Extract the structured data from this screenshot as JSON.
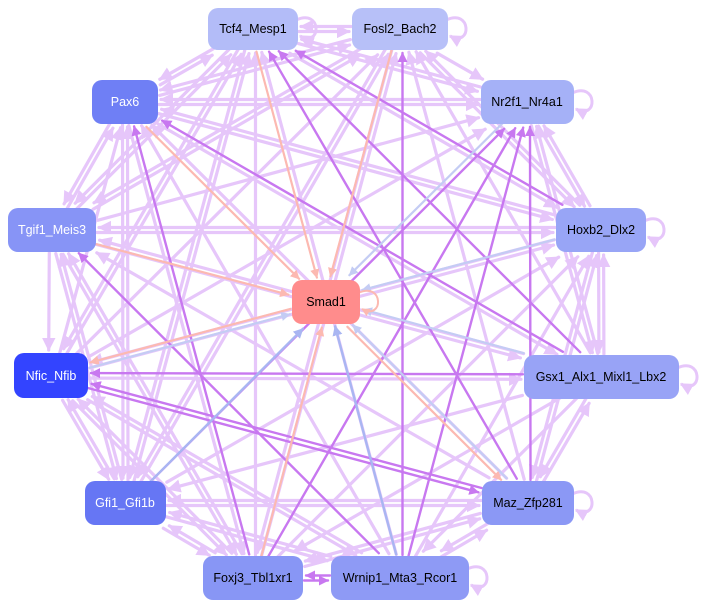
{
  "colors": {
    "edge_purple": "#c878f0",
    "edge_light": "#e6c6fa",
    "edge_salmon": "#fcb9b1",
    "edge_blue": "#a9b6f2",
    "edge_lightblue": "#c4ccf4"
  },
  "nodes": [
    {
      "id": "tcf4",
      "label": "Tcf4_Mesp1",
      "fill": "#b3bcf8",
      "text_color": "#000000"
    },
    {
      "id": "fosl2",
      "label": "Fosl2_Bach2",
      "fill": "#b7c0f8",
      "text_color": "#000000"
    },
    {
      "id": "pax6",
      "label": "Pax6",
      "fill": "#6f7ff5",
      "text_color": "#ffffff"
    },
    {
      "id": "nr2f1",
      "label": "Nr2f1_Nr4a1",
      "fill": "#a5b1f7",
      "text_color": "#000000"
    },
    {
      "id": "tgif1",
      "label": "Tgif1_Meis3",
      "fill": "#8794f6",
      "text_color": "#ffffff"
    },
    {
      "id": "hoxb2",
      "label": "Hoxb2_Dlx2",
      "fill": "#98a5f6",
      "text_color": "#000000"
    },
    {
      "id": "smad1",
      "label": "Smad1",
      "fill": "#ff8c8c",
      "text_color": "#000000"
    },
    {
      "id": "nfic",
      "label": "Nfic_Nfib",
      "fill": "#3344ff",
      "text_color": "#ffffff"
    },
    {
      "id": "gsx1",
      "label": "Gsx1_Alx1_Mixl1_Lbx2",
      "fill": "#98a3f6",
      "text_color": "#000000"
    },
    {
      "id": "maz",
      "label": "Maz_Zfp281",
      "fill": "#8b98f5",
      "text_color": "#000000"
    },
    {
      "id": "gfi1",
      "label": "Gfi1_Gfi1b",
      "fill": "#6676f4",
      "text_color": "#ffffff"
    },
    {
      "id": "foxj3",
      "label": "Foxj3_Tbl1xr1",
      "fill": "#8896f5",
      "text_color": "#000000"
    },
    {
      "id": "wrnip1",
      "label": "Wrnip1_Mta3_Rcor1",
      "fill": "#8e9af5",
      "text_color": "#000000"
    }
  ],
  "self_loops": [
    "tcf4",
    "fosl2",
    "nr2f1",
    "hoxb2",
    "smad1",
    "gsx1",
    "maz",
    "wrnip1"
  ],
  "edges": [
    {
      "from": "tgif1",
      "to": "smad1",
      "color": "salmon"
    },
    {
      "from": "pax6",
      "to": "smad1",
      "color": "salmon"
    },
    {
      "from": "tcf4",
      "to": "smad1",
      "color": "salmon"
    },
    {
      "from": "fosl2",
      "to": "smad1",
      "color": "salmon"
    },
    {
      "from": "smad1",
      "to": "nfic",
      "color": "salmon"
    },
    {
      "from": "smad1",
      "to": "maz",
      "color": "salmon"
    },
    {
      "from": "foxj3",
      "to": "smad1",
      "color": "salmon"
    },
    {
      "from": "nr2f1",
      "to": "smad1",
      "color": "lightblue"
    },
    {
      "from": "hoxb2",
      "to": "smad1",
      "color": "lightblue"
    },
    {
      "from": "gsx1",
      "to": "smad1",
      "color": "lightblue"
    },
    {
      "from": "nfic",
      "to": "smad1",
      "color": "lightblue"
    },
    {
      "from": "gfi1",
      "to": "smad1",
      "color": "blue"
    },
    {
      "from": "wrnip1",
      "to": "smad1",
      "color": "blue"
    },
    {
      "from": "maz",
      "to": "smad1",
      "color": "lightblue"
    },
    {
      "from": "foxj3",
      "to": "pax6",
      "color": "purple"
    },
    {
      "from": "maz",
      "to": "nfic",
      "color": "purple"
    },
    {
      "from": "gsx1",
      "to": "nfic",
      "color": "purple"
    },
    {
      "from": "wrnip1",
      "to": "tgif1",
      "color": "purple"
    },
    {
      "from": "wrnip1",
      "to": "nr2f1",
      "color": "purple"
    },
    {
      "from": "foxj3",
      "to": "nr2f1",
      "color": "purple"
    },
    {
      "from": "maz",
      "to": "tcf4",
      "color": "purple"
    },
    {
      "from": "gsx1",
      "to": "tcf4",
      "color": "purple"
    },
    {
      "from": "gfi1",
      "to": "nr2f1",
      "color": "purple"
    },
    {
      "from": "maz",
      "to": "nr2f1",
      "color": "purple"
    },
    {
      "from": "wrnip1",
      "to": "fosl2",
      "color": "purple"
    },
    {
      "from": "nfic",
      "to": "maz",
      "color": "purple"
    },
    {
      "from": "foxj3",
      "to": "wrnip1",
      "color": "purple"
    },
    {
      "from": "wrnip1",
      "to": "foxj3",
      "color": "purple"
    },
    {
      "from": "hoxb2",
      "to": "tcf4",
      "color": "purple"
    },
    {
      "from": "gsx1",
      "to": "pax6",
      "color": "purple"
    },
    {
      "from": "tcf4",
      "to": "fosl2",
      "color": "light"
    },
    {
      "from": "fosl2",
      "to": "tcf4",
      "color": "light"
    },
    {
      "from": "tcf4",
      "to": "pax6",
      "color": "light"
    },
    {
      "from": "pax6",
      "to": "tcf4",
      "color": "light"
    },
    {
      "from": "tcf4",
      "to": "nr2f1",
      "color": "light"
    },
    {
      "from": "fosl2",
      "to": "nr2f1",
      "color": "light"
    },
    {
      "from": "pax6",
      "to": "nr2f1",
      "color": "light"
    },
    {
      "from": "nr2f1",
      "to": "pax6",
      "color": "light"
    },
    {
      "from": "pax6",
      "to": "fosl2",
      "color": "light"
    },
    {
      "from": "tgif1",
      "to": "hoxb2",
      "color": "light"
    },
    {
      "from": "hoxb2",
      "to": "tgif1",
      "color": "light"
    },
    {
      "from": "tgif1",
      "to": "tcf4",
      "color": "light"
    },
    {
      "from": "tgif1",
      "to": "fosl2",
      "color": "light"
    },
    {
      "from": "tgif1",
      "to": "nfic",
      "color": "light"
    },
    {
      "from": "tgif1",
      "to": "pax6",
      "color": "light"
    },
    {
      "from": "pax6",
      "to": "tgif1",
      "color": "light"
    },
    {
      "from": "tgif1",
      "to": "nr2f1",
      "color": "light"
    },
    {
      "from": "tgif1",
      "to": "gfi1",
      "color": "light"
    },
    {
      "from": "gfi1",
      "to": "tgif1",
      "color": "light"
    },
    {
      "from": "tgif1",
      "to": "foxj3",
      "color": "light"
    },
    {
      "from": "tgif1",
      "to": "gsx1",
      "color": "light"
    },
    {
      "from": "gsx1",
      "to": "tgif1",
      "color": "light"
    },
    {
      "from": "nfic",
      "to": "gsx1",
      "color": "light"
    },
    {
      "from": "gsx1",
      "to": "hoxb2",
      "color": "light"
    },
    {
      "from": "hoxb2",
      "to": "gsx1",
      "color": "light"
    },
    {
      "from": "hoxb2",
      "to": "nr2f1",
      "color": "light"
    },
    {
      "from": "nr2f1",
      "to": "hoxb2",
      "color": "light"
    },
    {
      "from": "hoxb2",
      "to": "fosl2",
      "color": "light"
    },
    {
      "from": "hoxb2",
      "to": "pax6",
      "color": "light"
    },
    {
      "from": "pax6",
      "to": "hoxb2",
      "color": "light"
    },
    {
      "from": "hoxb2",
      "to": "maz",
      "color": "light"
    },
    {
      "from": "hoxb2",
      "to": "nfic",
      "color": "light"
    },
    {
      "from": "gsx1",
      "to": "nr2f1",
      "color": "light"
    },
    {
      "from": "gsx1",
      "to": "fosl2",
      "color": "light"
    },
    {
      "from": "gsx1",
      "to": "maz",
      "color": "light"
    },
    {
      "from": "gsx1",
      "to": "wrnip1",
      "color": "light"
    },
    {
      "from": "gsx1",
      "to": "foxj3",
      "color": "light"
    },
    {
      "from": "gsx1",
      "to": "gfi1",
      "color": "light"
    },
    {
      "from": "nfic",
      "to": "tcf4",
      "color": "light"
    },
    {
      "from": "nfic",
      "to": "fosl2",
      "color": "light"
    },
    {
      "from": "nfic",
      "to": "pax6",
      "color": "light"
    },
    {
      "from": "nfic",
      "to": "nr2f1",
      "color": "light"
    },
    {
      "from": "nfic",
      "to": "hoxb2",
      "color": "light"
    },
    {
      "from": "nfic",
      "to": "gfi1",
      "color": "light"
    },
    {
      "from": "gfi1",
      "to": "nfic",
      "color": "light"
    },
    {
      "from": "nfic",
      "to": "foxj3",
      "color": "light"
    },
    {
      "from": "nfic",
      "to": "wrnip1",
      "color": "light"
    },
    {
      "from": "gfi1",
      "to": "pax6",
      "color": "light"
    },
    {
      "from": "gfi1",
      "to": "tcf4",
      "color": "light"
    },
    {
      "from": "gfi1",
      "to": "fosl2",
      "color": "light"
    },
    {
      "from": "gfi1",
      "to": "hoxb2",
      "color": "light"
    },
    {
      "from": "gfi1",
      "to": "foxj3",
      "color": "light"
    },
    {
      "from": "gfi1",
      "to": "wrnip1",
      "color": "light"
    },
    {
      "from": "gfi1",
      "to": "maz",
      "color": "light"
    },
    {
      "from": "maz",
      "to": "gfi1",
      "color": "light"
    },
    {
      "from": "foxj3",
      "to": "tgif1",
      "color": "light"
    },
    {
      "from": "foxj3",
      "to": "tcf4",
      "color": "light"
    },
    {
      "from": "foxj3",
      "to": "fosl2",
      "color": "light"
    },
    {
      "from": "foxj3",
      "to": "hoxb2",
      "color": "light"
    },
    {
      "from": "foxj3",
      "to": "gfi1",
      "color": "light"
    },
    {
      "from": "foxj3",
      "to": "nfic",
      "color": "light"
    },
    {
      "from": "foxj3",
      "to": "maz",
      "color": "light"
    },
    {
      "from": "maz",
      "to": "foxj3",
      "color": "light"
    },
    {
      "from": "wrnip1",
      "to": "pax6",
      "color": "light"
    },
    {
      "from": "wrnip1",
      "to": "tcf4",
      "color": "light"
    },
    {
      "from": "wrnip1",
      "to": "hoxb2",
      "color": "light"
    },
    {
      "from": "wrnip1",
      "to": "gfi1",
      "color": "light"
    },
    {
      "from": "wrnip1",
      "to": "nfic",
      "color": "light"
    },
    {
      "from": "wrnip1",
      "to": "maz",
      "color": "light"
    },
    {
      "from": "maz",
      "to": "wrnip1",
      "color": "light"
    },
    {
      "from": "maz",
      "to": "hoxb2",
      "color": "light"
    },
    {
      "from": "maz",
      "to": "gsx1",
      "color": "light"
    },
    {
      "from": "maz",
      "to": "tgif1",
      "color": "light"
    },
    {
      "from": "maz",
      "to": "fosl2",
      "color": "light"
    },
    {
      "from": "maz",
      "to": "pax6",
      "color": "light"
    },
    {
      "from": "fosl2",
      "to": "hoxb2",
      "color": "light"
    },
    {
      "from": "tcf4",
      "to": "hoxb2",
      "color": "light"
    },
    {
      "from": "tcf4",
      "to": "tgif1",
      "color": "light"
    },
    {
      "from": "fosl2",
      "to": "tgif1",
      "color": "light"
    },
    {
      "from": "fosl2",
      "to": "pax6",
      "color": "light"
    },
    {
      "from": "nr2f1",
      "to": "tcf4",
      "color": "light"
    },
    {
      "from": "nr2f1",
      "to": "gsx1",
      "color": "light"
    },
    {
      "from": "pax6",
      "to": "gfi1",
      "color": "light"
    },
    {
      "from": "pax6",
      "to": "foxj3",
      "color": "light"
    },
    {
      "from": "pax6",
      "to": "gsx1",
      "color": "light"
    },
    {
      "from": "tcf4",
      "to": "nfic",
      "color": "light"
    },
    {
      "from": "tcf4",
      "to": "gfi1",
      "color": "light"
    },
    {
      "from": "fosl2",
      "to": "gfi1",
      "color": "light"
    },
    {
      "from": "fosl2",
      "to": "foxj3",
      "color": "light"
    }
  ]
}
